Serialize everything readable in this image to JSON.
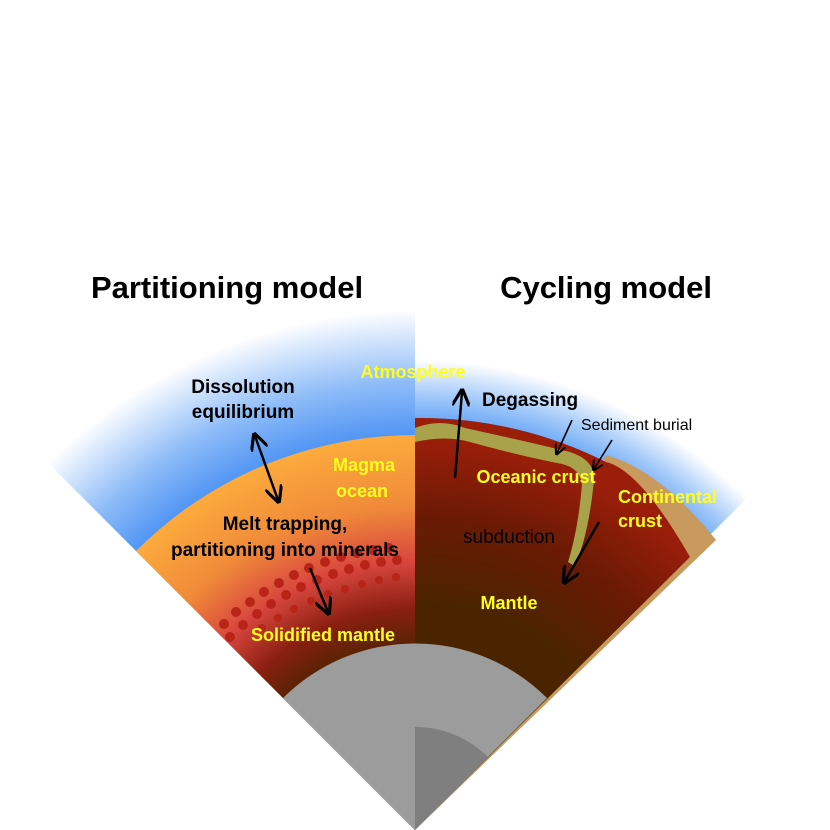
{
  "titles": {
    "left": "Partitioning model",
    "right": "Cycling model"
  },
  "partitioning": {
    "dissolution_line1": "Dissolution",
    "dissolution_line2": "equilibrium",
    "magma_line1": "Magma",
    "magma_line2": "ocean",
    "melt_line1": "Melt trapping,",
    "melt_line2": "partitioning into minerals",
    "solidified": "Solidified mantle"
  },
  "cycling": {
    "atmosphere": "Atmosphere",
    "degassing": "Degassing",
    "sediment": "Sediment burial",
    "oceanic": "Oceanic crust",
    "continental_line1": "Continental",
    "continental_line2": "crust",
    "subduction": "subduction",
    "mantle": "Mantle"
  },
  "colors": {
    "label_yellow": "#ffff1a",
    "atmosphere_blue": "#2a7cf0",
    "magma_orange": "#fca33a",
    "mantle_brown": "#4a2400",
    "crust_olive": "#a8a24a",
    "continental_tan": "#c89a5e",
    "core_gray": "#9c9c9c"
  }
}
